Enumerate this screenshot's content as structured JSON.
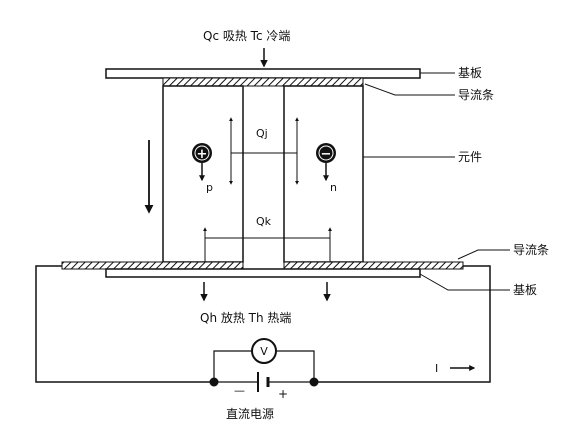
{
  "diagram": {
    "top_label": "Qc 吸热  Tc 冷端",
    "bottom_label": "Qh 放热   Th 热端",
    "power_label": "直流电源",
    "current_label": "I",
    "joule_label": "Qj",
    "conduction_label": "Qk",
    "p_label": "p",
    "n_label": "n",
    "p_sign": "+",
    "n_sign": "−",
    "meter_label": "V",
    "battery_minus": "—",
    "battery_plus": "+",
    "callouts": {
      "top_substrate": "基板",
      "top_strip": "导流条",
      "element": "元件",
      "bottom_strip": "导流条",
      "bottom_substrate": "基板"
    }
  }
}
